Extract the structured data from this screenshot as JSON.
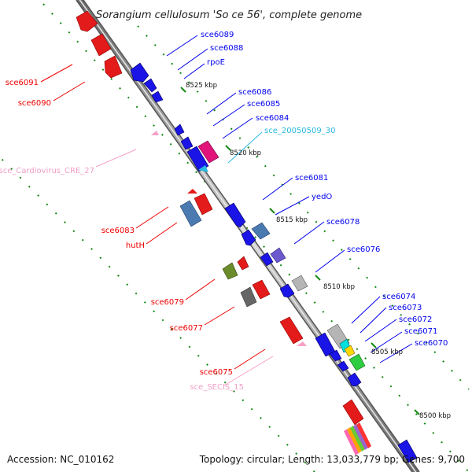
{
  "title": "Sorangium cellulosum 'So ce 56', complete genome",
  "accession": "Accession: NC_010162",
  "stats": "Topology: circular; Length: 13,033,779 bp; Genes: 9,700",
  "ticks": [
    "8525 kbp",
    "8520 kbp",
    "8515 kbp",
    "8510 kbp",
    "8505 kbp",
    "8500 kbp"
  ],
  "colors": {
    "backbone": "#9a9a9a",
    "forward_gene": "#0000ee",
    "reverse_gene": "#ee0000",
    "rna": "#2ab8e0",
    "misc_rna": "#f4a0c8",
    "tick": "#138a13"
  },
  "genes_reverse": [
    "sce6091",
    "sce6090",
    "sce6083",
    "hutH",
    "sce6079",
    "sce6077",
    "sce6075"
  ],
  "rnas_reverse": [
    "sce_Cardiovirus_CRE_27",
    "sce_SECIS_15"
  ],
  "genes_forward": [
    "sce6089",
    "sce6088",
    "rpoE",
    "sce6086",
    "sce6085",
    "sce6084",
    "sce6081",
    "yedO",
    "sce6078",
    "sce6076",
    "sce6074",
    "sce6073",
    "sce6072",
    "sce6071",
    "sce6070"
  ],
  "rnas_forward": [
    "sce_20050509_30"
  ]
}
